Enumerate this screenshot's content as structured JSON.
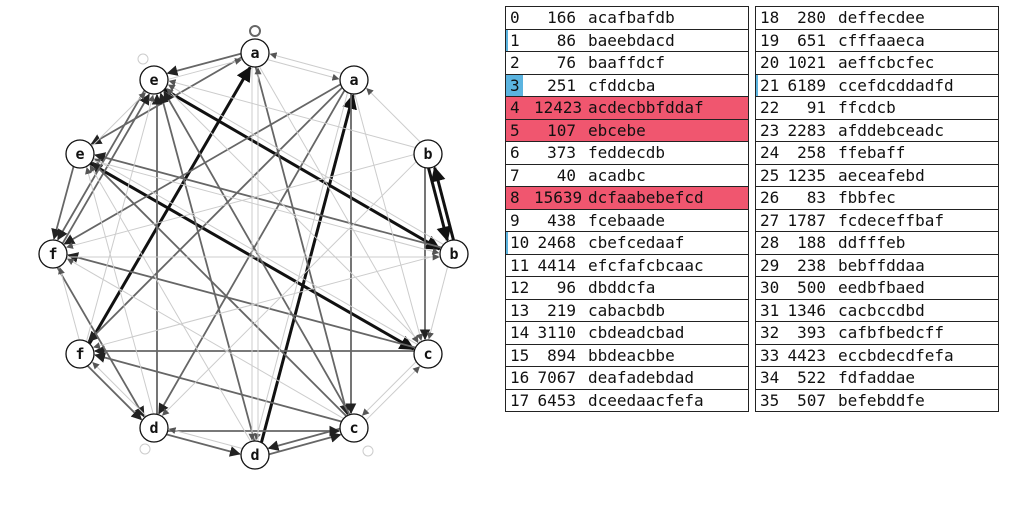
{
  "graph": {
    "nodes": [
      {
        "label": "a"
      },
      {
        "label": "a"
      },
      {
        "label": "b"
      },
      {
        "label": "b"
      },
      {
        "label": "c"
      },
      {
        "label": "c"
      },
      {
        "label": "d"
      },
      {
        "label": "d"
      },
      {
        "label": "f"
      },
      {
        "label": "f"
      },
      {
        "label": "e"
      },
      {
        "label": "e"
      }
    ],
    "colors": {
      "strong": "#111111",
      "medium": "#666666",
      "light": "#cccccc"
    }
  },
  "table": {
    "rows": [
      {
        "id": "0",
        "count": "166",
        "str": "acafbafdb",
        "highlight": false,
        "bar": 0
      },
      {
        "id": "1",
        "count": "86",
        "str": "baeebdacd",
        "highlight": false,
        "bar": 0.1
      },
      {
        "id": "2",
        "count": "76",
        "str": "baaffdcf",
        "highlight": false,
        "bar": 0
      },
      {
        "id": "3",
        "count": "251",
        "str": "cfddcba",
        "highlight": false,
        "bar": 0.85
      },
      {
        "id": "4",
        "count": "12423",
        "str": "acdecbbfddaf",
        "highlight": true,
        "bar": 0
      },
      {
        "id": "5",
        "count": "107",
        "str": "ebcebe",
        "highlight": true,
        "bar": 0
      },
      {
        "id": "6",
        "count": "373",
        "str": "feddecdb",
        "highlight": false,
        "bar": 0
      },
      {
        "id": "7",
        "count": "40",
        "str": "acadbc",
        "highlight": false,
        "bar": 0
      },
      {
        "id": "8",
        "count": "15639",
        "str": "dcfaabebefcd",
        "highlight": true,
        "bar": 0
      },
      {
        "id": "9",
        "count": "438",
        "str": "fcebaade",
        "highlight": false,
        "bar": 0
      },
      {
        "id": "10",
        "count": "2468",
        "str": "cbefcedaaf",
        "highlight": false,
        "bar": 0.1
      },
      {
        "id": "11",
        "count": "4414",
        "str": "efcfafcbcaac",
        "highlight": false,
        "bar": 0
      },
      {
        "id": "12",
        "count": "96",
        "str": "dbddcfa",
        "highlight": false,
        "bar": 0
      },
      {
        "id": "13",
        "count": "219",
        "str": "cabacbdb",
        "highlight": false,
        "bar": 0
      },
      {
        "id": "14",
        "count": "3110",
        "str": "cbdeadcbad",
        "highlight": false,
        "bar": 0
      },
      {
        "id": "15",
        "count": "894",
        "str": "bbdeacbbe",
        "highlight": false,
        "bar": 0
      },
      {
        "id": "16",
        "count": "7067",
        "str": "deafadebdad",
        "highlight": false,
        "bar": 0
      },
      {
        "id": "17",
        "count": "6453",
        "str": "dceedaacfefa",
        "highlight": false,
        "bar": 0
      },
      {
        "id": "18",
        "count": "280",
        "str": "deffecdee",
        "highlight": false,
        "bar": 0
      },
      {
        "id": "19",
        "count": "651",
        "str": "cfffaaeca",
        "highlight": false,
        "bar": 0
      },
      {
        "id": "20",
        "count": "1021",
        "str": "aeffcbcfec",
        "highlight": false,
        "bar": 0
      },
      {
        "id": "21",
        "count": "6189",
        "str": "ccefdcddadfd",
        "highlight": false,
        "bar": 0.1
      },
      {
        "id": "22",
        "count": "91",
        "str": "ffcdcb",
        "highlight": false,
        "bar": 0
      },
      {
        "id": "23",
        "count": "2283",
        "str": "afddebceadc",
        "highlight": false,
        "bar": 0
      },
      {
        "id": "24",
        "count": "258",
        "str": "ffebaff",
        "highlight": false,
        "bar": 0
      },
      {
        "id": "25",
        "count": "1235",
        "str": "aeceafebd",
        "highlight": false,
        "bar": 0
      },
      {
        "id": "26",
        "count": "83",
        "str": "fbbfec",
        "highlight": false,
        "bar": 0
      },
      {
        "id": "27",
        "count": "1787",
        "str": "fcdeceffbaf",
        "highlight": false,
        "bar": 0
      },
      {
        "id": "28",
        "count": "188",
        "str": "ddfffeb",
        "highlight": false,
        "bar": 0
      },
      {
        "id": "29",
        "count": "238",
        "str": "bebffddaa",
        "highlight": false,
        "bar": 0
      },
      {
        "id": "30",
        "count": "500",
        "str": "eedbfbaed",
        "highlight": false,
        "bar": 0
      },
      {
        "id": "31",
        "count": "1346",
        "str": "cacbccdbd",
        "highlight": false,
        "bar": 0
      },
      {
        "id": "32",
        "count": "393",
        "str": "cafbfbedcff",
        "highlight": false,
        "bar": 0
      },
      {
        "id": "33",
        "count": "4423",
        "str": "eccbdecdfefa",
        "highlight": false,
        "bar": 0
      },
      {
        "id": "34",
        "count": "522",
        "str": "fdfaddae",
        "highlight": false,
        "bar": 0
      },
      {
        "id": "35",
        "count": "507",
        "str": "befebddfe",
        "highlight": false,
        "bar": 0
      }
    ],
    "colors": {
      "highlight": "#f0566f",
      "bar": "#5bb4e0"
    }
  }
}
